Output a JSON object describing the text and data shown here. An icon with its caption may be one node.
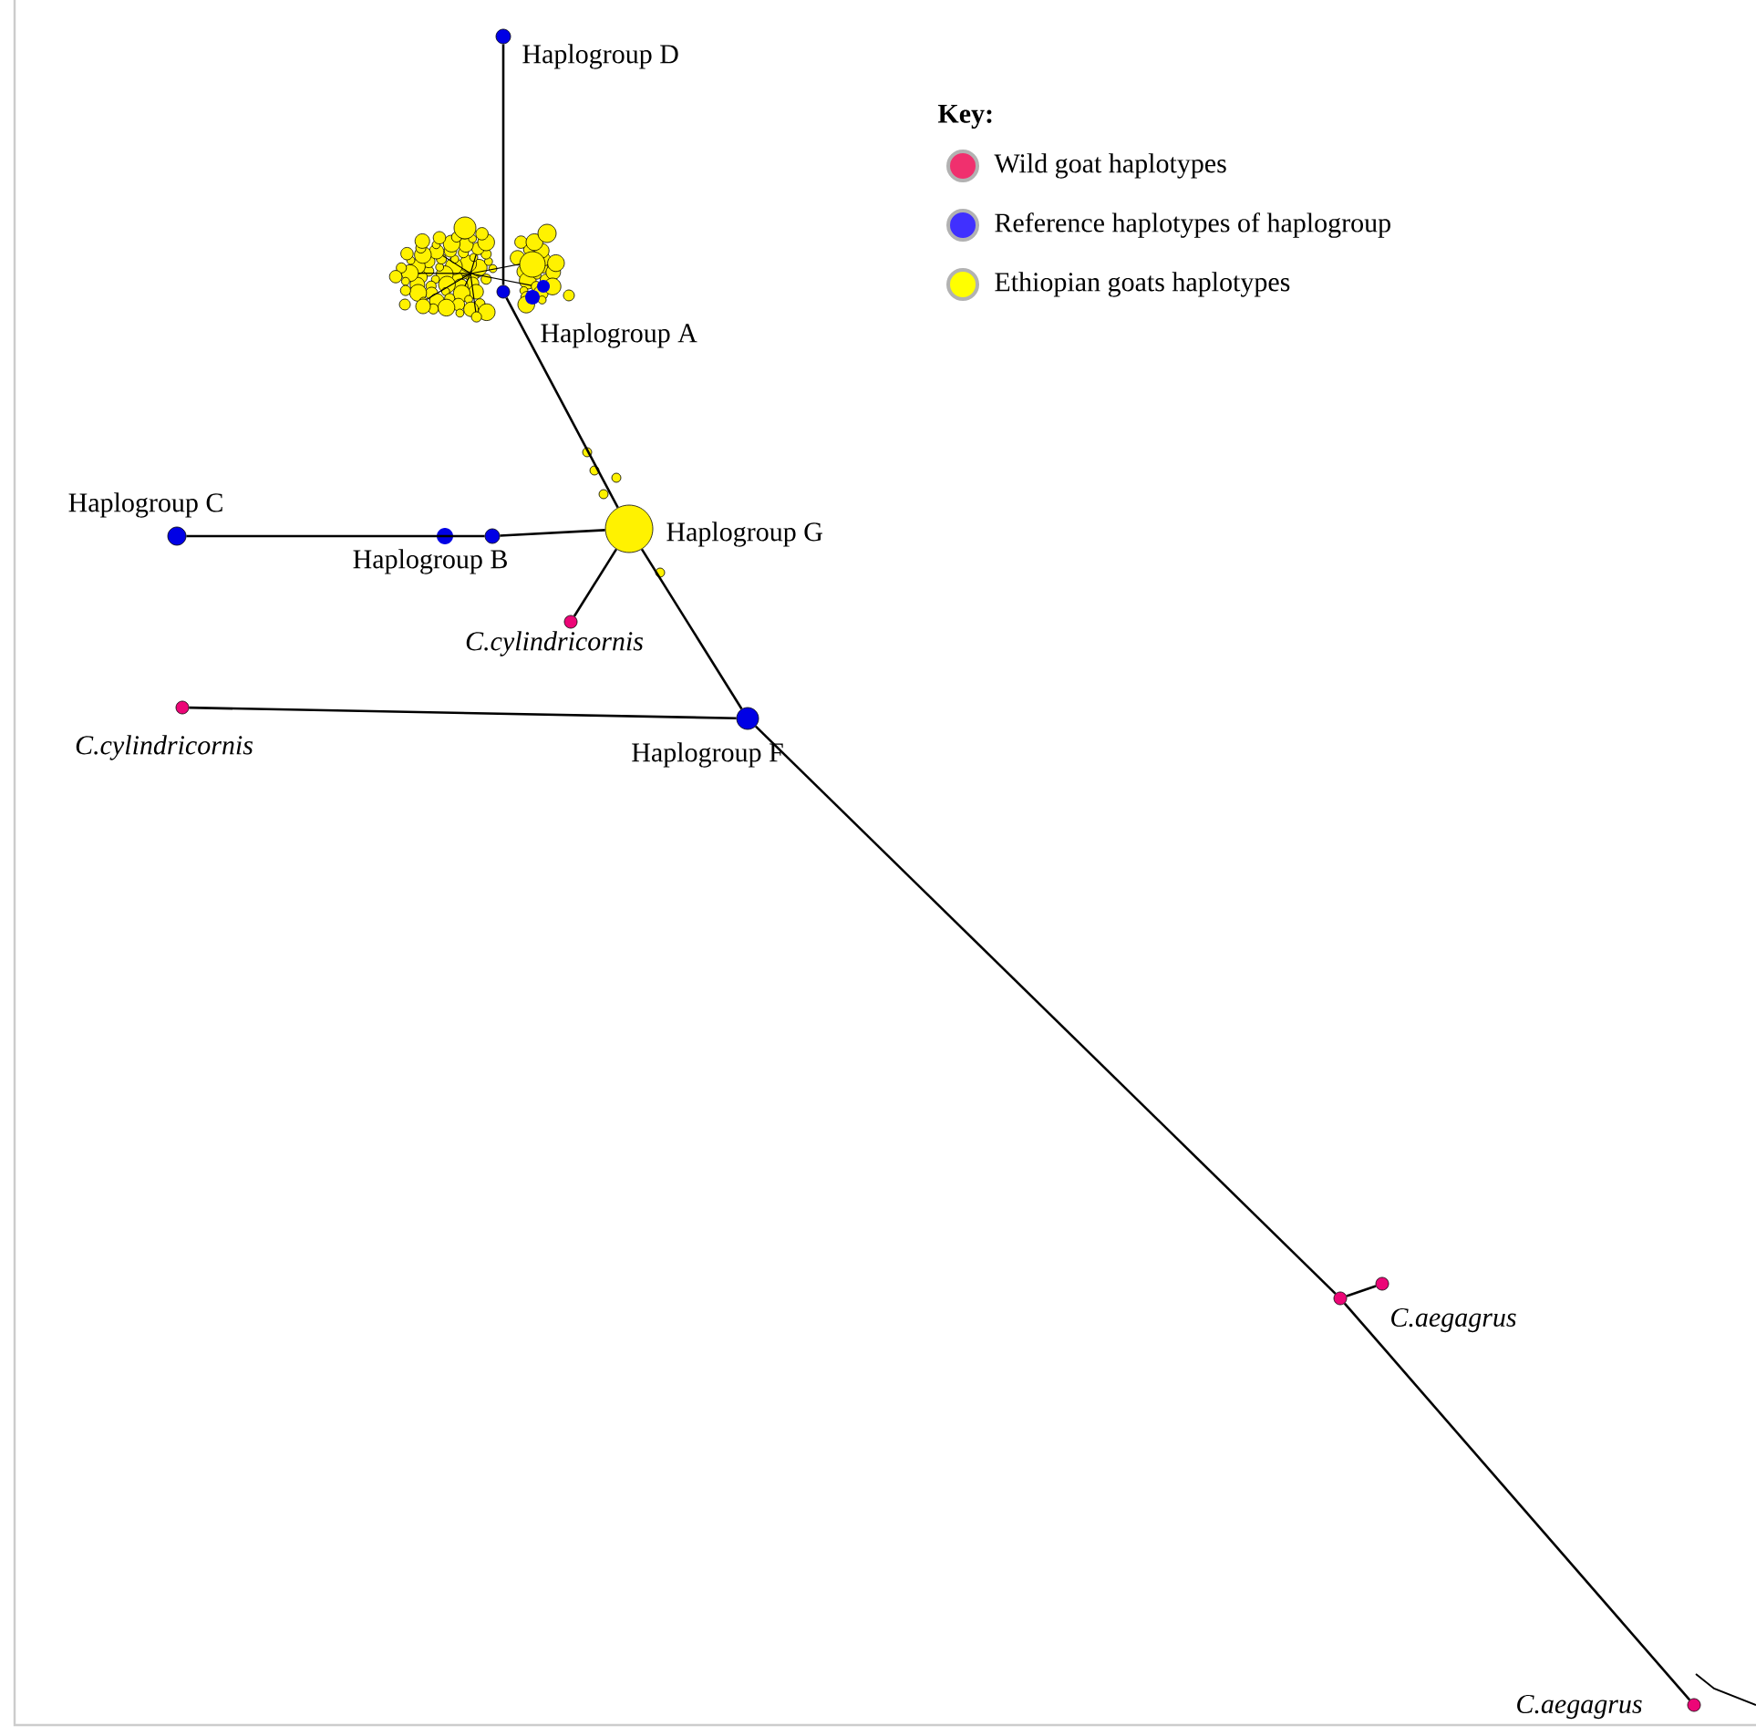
{
  "diagram": {
    "nodes": [
      {
        "text": [],
        "shape": "circle",
        "beside": [
          "Haplogroup D"
        ]
      },
      {
        "text": [],
        "shape": "circle",
        "beside": [
          "Haplogroup A"
        ]
      },
      {
        "text": [],
        "shape": "circle",
        "beside": [
          "Haplogroup G"
        ]
      },
      {
        "text": [],
        "shape": "circle",
        "beside": [
          "Haplogroup B"
        ]
      },
      {
        "text": [],
        "shape": "circle",
        "beside": [
          "Haplogroup C"
        ]
      },
      {
        "text": [],
        "shape": "circle",
        "beside": [
          "*C.cylindricornis*"
        ]
      },
      {
        "text": [],
        "shape": "circle",
        "beside": [
          "Haplogroup F"
        ]
      },
      {
        "text": [],
        "shape": "circle",
        "beside": [
          "*C.cylindricornis*"
        ]
      },
      {
        "text": [],
        "shape": "circle"
      },
      {
        "text": [],
        "shape": "circle",
        "beside": [
          "*C.aegagrus*"
        ]
      },
      {
        "text": [],
        "shape": "circle",
        "beside": [
          "*C.aegagrus*"
        ]
      }
    ],
    "edges": [
      {
        "from": 0,
        "to": 1,
        "arrow": "none"
      },
      {
        "from": 1,
        "to": 2,
        "arrow": "none"
      },
      {
        "from": 2,
        "to": 3,
        "arrow": "none"
      },
      {
        "from": 3,
        "to": 4,
        "arrow": "none"
      },
      {
        "from": 2,
        "to": 5,
        "arrow": "none"
      },
      {
        "from": 2,
        "to": 6,
        "arrow": "none"
      },
      {
        "from": 6,
        "to": 7,
        "arrow": "none"
      },
      {
        "from": 6,
        "to": 8,
        "arrow": "none"
      },
      {
        "from": 8,
        "to": 9,
        "arrow": "none"
      },
      {
        "from": 8,
        "to": 10,
        "arrow": "none"
      }
    ],
    "labels": [
      "Key:"
    ],
    "legend": [
      {
        "text": "Wild goat haplotypes",
        "color": "#f0306e"
      },
      {
        "text": "Reference haplotypes of haplogroup",
        "color": "#4030ff"
      },
      {
        "text": "Ethiopian goats haplotypes",
        "color": "#ffff00"
      }
    ]
  }
}
